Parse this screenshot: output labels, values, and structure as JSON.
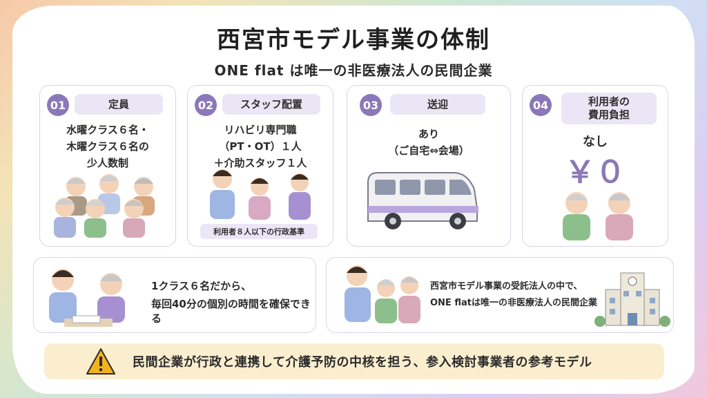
{
  "title": "西宮市モデル事業の体制",
  "subtitle": "ONE flat は唯一の非医療法人の民間企業",
  "cards": [
    {
      "num": "01",
      "label": "定員",
      "lines": [
        "水曜クラス６名・",
        "木曜クラス６名の",
        "少人数制"
      ]
    },
    {
      "num": "02",
      "label": "スタッフ配置",
      "lines": [
        "リハビリ専門職",
        "（PT・OT）１人",
        "＋介助スタッフ１人"
      ],
      "note": "利用者８人以下の行政基準"
    },
    {
      "num": "03",
      "label": "送迎",
      "lines": [
        "あり",
        "（ご自宅⇔会場）"
      ]
    },
    {
      "num": "04",
      "label_lines": [
        "利用者の",
        "費用負担"
      ],
      "lines": [
        "なし"
      ],
      "big": "￥０"
    }
  ],
  "feature_left": {
    "lines": [
      "1クラス６名だから、",
      "毎回40分の個別の時間を確保できる"
    ]
  },
  "feature_right": {
    "lines": [
      "西宮市モデル事業の受託法人の中で、",
      "ONE flatは唯一の非医療法人の民間企業"
    ]
  },
  "banner": {
    "text": "民間企業が行政と連携して介護予防の中核を担う、参入検討事業者の参考モデル"
  },
  "colors": {
    "accent": "#8a78b8",
    "pill": "#ebe6f6",
    "banner": "#faeecf",
    "warning": "#f2b31c"
  },
  "icons": {
    "warning": "warning-icon",
    "van": "van-icon",
    "building": "building-icon"
  }
}
